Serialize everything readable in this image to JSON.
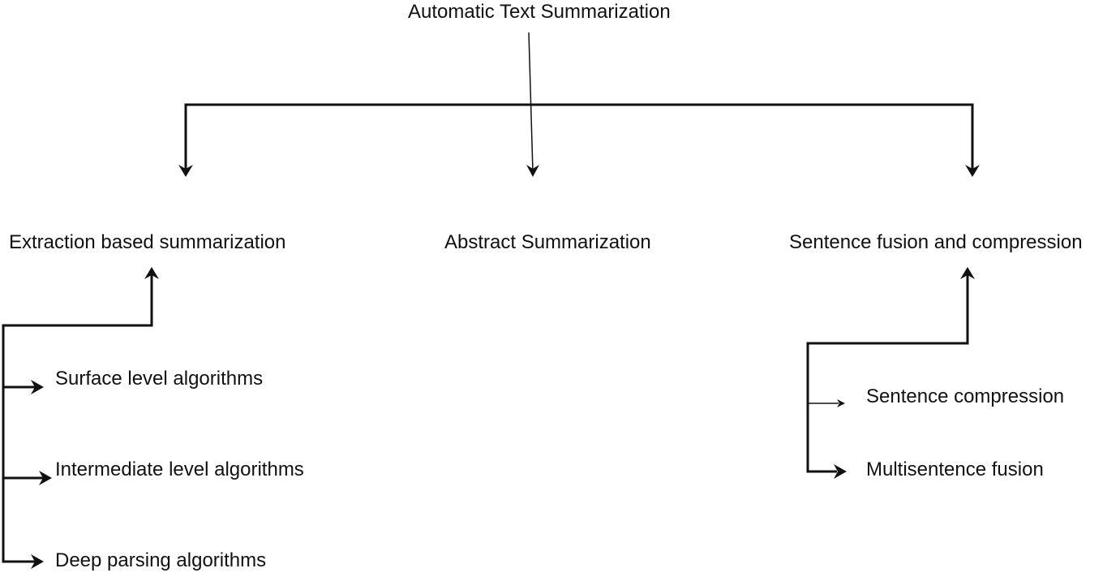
{
  "diagram": {
    "root": "Automatic Text Summarization",
    "categories": [
      {
        "label": "Extraction based summarization",
        "children": [
          "Surface level algorithms",
          "Intermediate level algorithms",
          "Deep parsing algorithms"
        ]
      },
      {
        "label": "Abstract Summarization",
        "children": []
      },
      {
        "label": "Sentence fusion and compression",
        "children": [
          "Sentence compression",
          "Multisentence fusion"
        ]
      }
    ],
    "colors": {
      "line": "#111111",
      "text": "#111111",
      "background": "#ffffff"
    }
  }
}
